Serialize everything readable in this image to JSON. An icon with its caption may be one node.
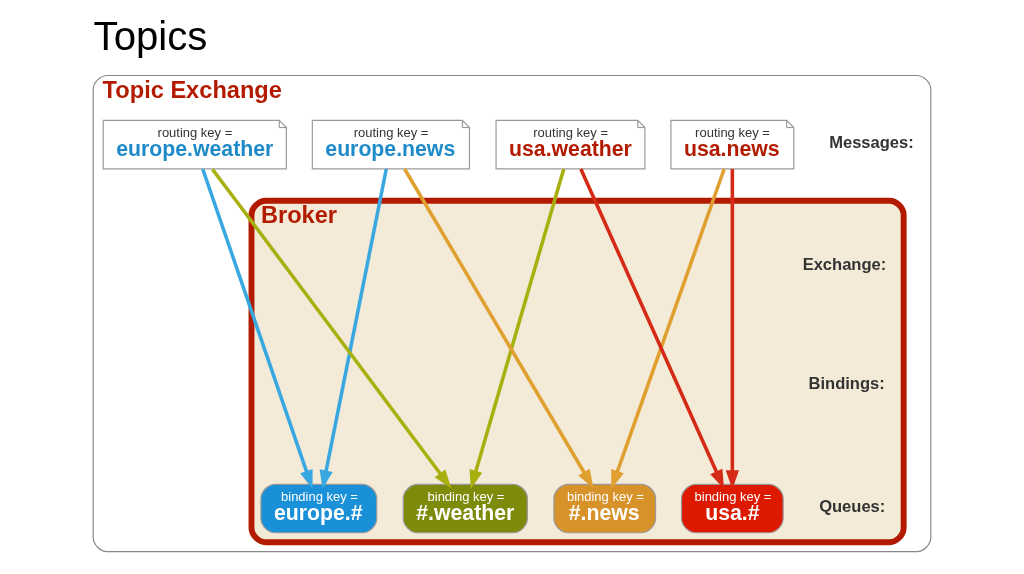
{
  "diagram": {
    "title": "Topics",
    "nodes": [
      {
        "text": [
          "Topic Exchange"
        ]
      },
      {
        "text": [
          "routing key =",
          "usa.news"
        ],
        "in": 0
      },
      {
        "text": [
          "routing key =",
          "usa.weather"
        ],
        "in": 0
      },
      {
        "text": [
          "routing key =",
          "europe.news"
        ],
        "in": 0
      },
      {
        "text": [
          "routing key =",
          "europe.weather"
        ],
        "in": 0
      },
      {
        "text": [
          "Broker"
        ],
        "in": 0
      },
      {
        "text": [
          "binding key =",
          "usa.#"
        ],
        "in": 5
      },
      {
        "text": [
          "binding key =",
          "#.news"
        ],
        "in": 5
      },
      {
        "text": [
          "binding key =",
          "#.weather"
        ],
        "in": 5
      },
      {
        "text": [
          "binding key =",
          "europe.#"
        ],
        "in": 5
      }
    ],
    "edges": [
      {
        "from": 1,
        "to": 6,
        "arrow": "to",
        "color": "#d42a16"
      },
      {
        "from": 1,
        "to": 7,
        "arrow": "to",
        "color": "#e0a030"
      },
      {
        "from": 2,
        "to": 6,
        "arrow": "to",
        "color": "#d42a16"
      },
      {
        "from": 2,
        "to": 8,
        "arrow": "to",
        "color": "#a8b010"
      },
      {
        "from": 3,
        "to": 7,
        "arrow": "to",
        "color": "#e0a030"
      },
      {
        "from": 3,
        "to": 9,
        "arrow": "to",
        "color": "#3aa8e0"
      },
      {
        "from": 4,
        "to": 8,
        "arrow": "to",
        "color": "#a8b010"
      },
      {
        "from": 4,
        "to": 9,
        "arrow": "to",
        "color": "#3aa8e0"
      }
    ],
    "labels": [
      "Messages:",
      "Exchange:",
      "Bindings:",
      "Queues:"
    ]
  }
}
